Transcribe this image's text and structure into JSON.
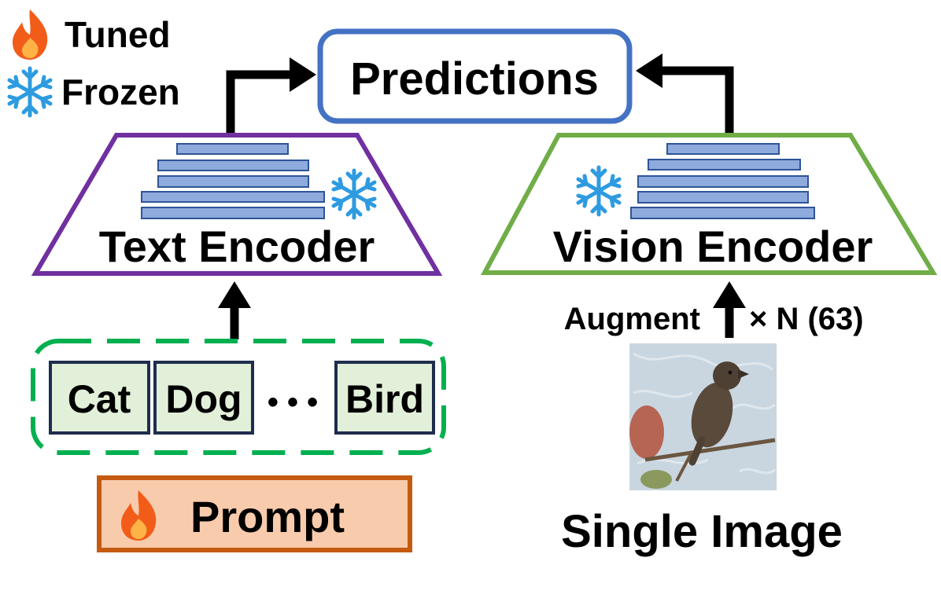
{
  "legend": {
    "tuned_label": "Tuned",
    "frozen_label": "Frozen"
  },
  "predictions_label": "Predictions",
  "text_encoder_label": "Text Encoder",
  "vision_encoder_label": "Vision Encoder",
  "classes": [
    "Cat",
    "Dog",
    "Bird"
  ],
  "ellipsis": "• • •",
  "prompt_label": "Prompt",
  "augment_label": "Augment",
  "augment_count": "× N (63)",
  "single_image_label": "Single Image",
  "colors": {
    "predictions_border": "#4472C4",
    "text_encoder_border": "#7030A0",
    "vision_encoder_border": "#70AD47",
    "layer_fill": "#8FAADC",
    "layer_stroke": "#2F5597",
    "class_box_fill": "#E2EFD9",
    "class_box_border": "#1F2D4D",
    "prompt_group_border": "#00B050",
    "prompt_fill": "#F8CBAD",
    "prompt_border": "#C55A11",
    "snowflake": "#2E9BE0",
    "flame_outer": "#F25C19",
    "flame_inner": "#FFB347"
  }
}
